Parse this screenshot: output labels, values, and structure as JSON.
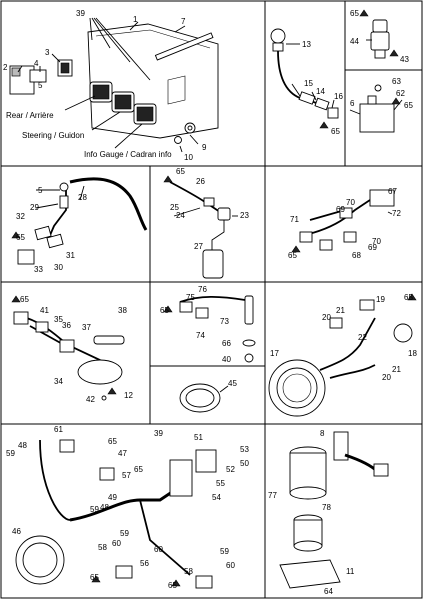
{
  "callouts": {
    "p1": "1",
    "p2": "2",
    "p3": "3",
    "p4": "4",
    "p5": "5",
    "p6": "6",
    "p7": "7",
    "p8": "8",
    "p9": "9",
    "p10": "10",
    "p11": "11",
    "p12": "12",
    "p13": "13",
    "p14": "14",
    "p15": "15",
    "p16": "16",
    "p17": "17",
    "p18": "18",
    "p19": "19",
    "p20": "20",
    "p21": "21",
    "p22": "22",
    "p23": "23",
    "p24": "24",
    "p25": "25",
    "p26": "26",
    "p27": "27",
    "p28": "28",
    "p29": "29",
    "p30": "30",
    "p31": "31",
    "p32": "32",
    "p33": "33",
    "p34": "34",
    "p35": "35",
    "p36": "36",
    "p37": "37",
    "p38": "38",
    "p39": "39",
    "p40": "40",
    "p41": "41",
    "p42": "42",
    "p43": "43",
    "p44": "44",
    "p45": "45",
    "p46": "46",
    "p47": "47",
    "p48": "48",
    "p49": "49",
    "p50": "50",
    "p51": "51",
    "p52": "52",
    "p53": "53",
    "p54": "54",
    "p55": "55",
    "p56": "56",
    "p57": "57",
    "p58": "58",
    "p59": "59",
    "p60": "60",
    "p61": "61",
    "p62": "62",
    "p63": "63",
    "p64": "64",
    "p65": "65",
    "p66": "66",
    "p67": "67",
    "p68": "68",
    "p69": "69",
    "p70": "70",
    "p71": "71",
    "p72": "72",
    "p73": "73",
    "p74": "74",
    "p75": "75",
    "p76": "76",
    "p77": "77",
    "p78": "78"
  },
  "labels": {
    "rear": "Rear / Arrière",
    "steering": "Steering / Guidon",
    "info_gauge": "Info Gauge / Cadran info"
  }
}
